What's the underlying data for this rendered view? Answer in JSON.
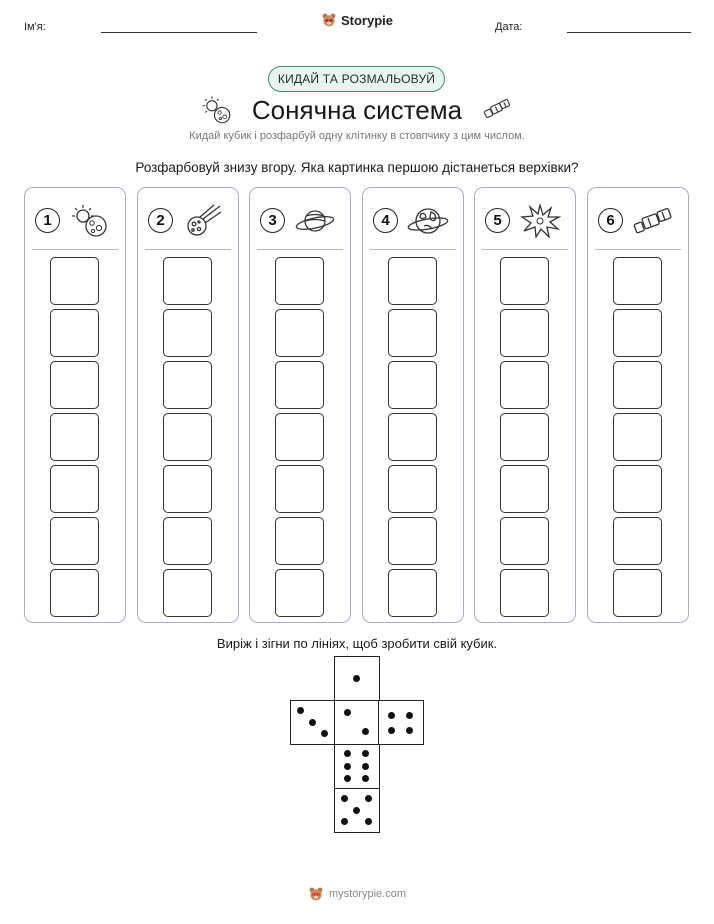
{
  "header": {
    "name_label": "Ім'я:",
    "date_label": "Дата:",
    "brand": "Storypie",
    "brand_icon": "bear-icon"
  },
  "badge": "КИДАЙ ТА РОЗМАЛЬОВУЙ",
  "title": "Сонячна система",
  "subtitle": "Кидай кубик і розфарбуй одну клітинку в стовпчику з цим числом.",
  "instruction": "Розфарбовуй знизу вгору. Яка картинка першою дістанеться верхівки?",
  "columns": [
    {
      "number": "1",
      "icon": "sun-and-moon-icon"
    },
    {
      "number": "2",
      "icon": "comet-icon"
    },
    {
      "number": "3",
      "icon": "saturn-icon"
    },
    {
      "number": "4",
      "icon": "earth-icon"
    },
    {
      "number": "5",
      "icon": "star-burst-icon"
    },
    {
      "number": "6",
      "icon": "telescope-icon"
    }
  ],
  "cells_per_column": 7,
  "cut_instruction": "Виріж і зігни по лініях, щоб зробити свій кубик.",
  "die_faces": [
    1,
    3,
    2,
    4,
    6,
    5
  ],
  "footer": "mystorypie.com",
  "colors": {
    "badge_border": "#3f8f73",
    "badge_fill": "#e6f6ef",
    "column_border": "#a9acc4"
  }
}
